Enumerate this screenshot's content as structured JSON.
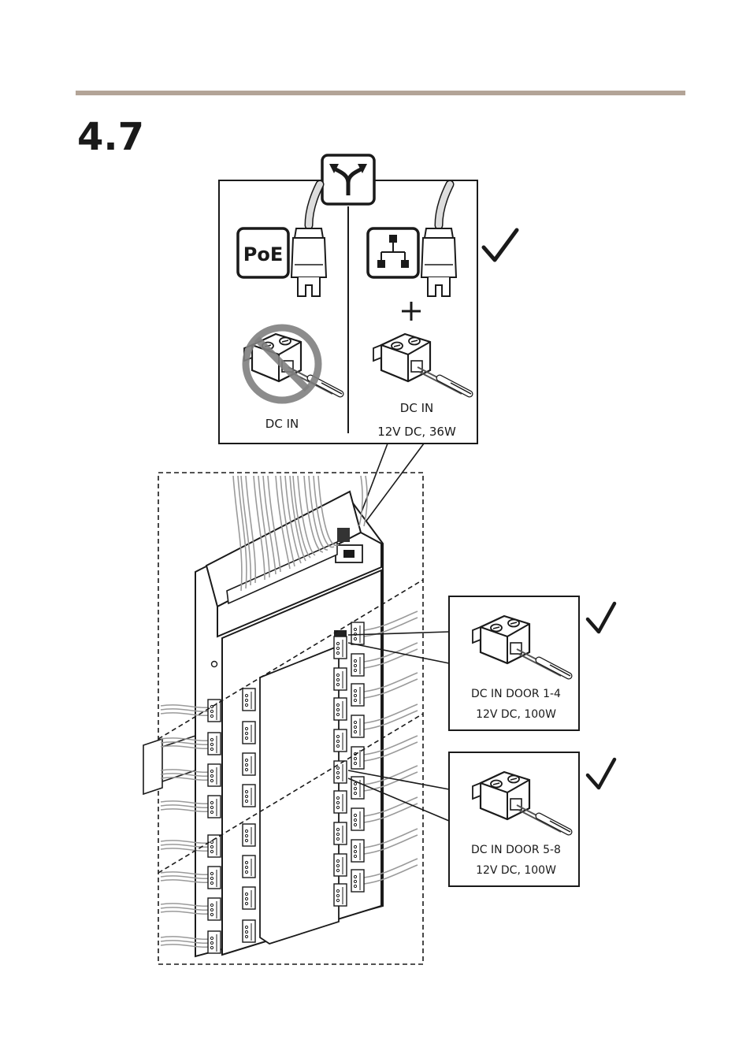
{
  "page": {
    "step_number": "4.7",
    "rule_color": "#b3a497"
  },
  "icons": {
    "choice": "split-arrow-icon",
    "poe": "poe-icon",
    "network": "network-icon",
    "plus": "plus-icon",
    "check": "checkmark-icon",
    "prohibited": "prohibited-icon"
  },
  "options": {
    "poe_label": "PoE",
    "left_caption": "DC IN",
    "right_caption_line1": "DC IN",
    "right_caption_line2": "12V DC, 36W"
  },
  "callouts": [
    {
      "line1": "DC IN DOOR 1-4",
      "line2": "12V DC, 100W"
    },
    {
      "line1": "DC IN DOOR 5-8",
      "line2": "12V DC, 100W"
    }
  ]
}
